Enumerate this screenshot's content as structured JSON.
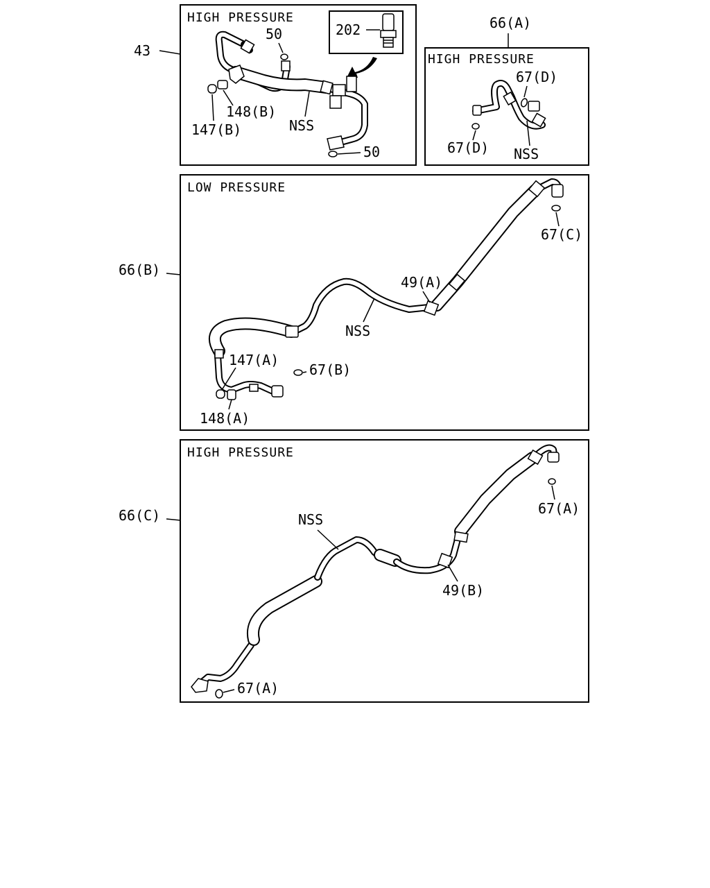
{
  "labels": {
    "item_43": "43",
    "item_66a": "66(A)",
    "item_66b": "66(B)",
    "item_66c": "66(C)"
  },
  "panel_43": {
    "header": "HIGH PRESSURE",
    "callouts": {
      "switch": "202",
      "oring_top": "50",
      "oring_bottom": "50",
      "nut": "148(B)",
      "cap": "147(B)",
      "nss": "NSS"
    }
  },
  "panel_66a": {
    "header": "HIGH PRESSURE",
    "callouts": {
      "oring_top": "67(D)",
      "oring_bottom": "67(D)",
      "nss": "NSS"
    }
  },
  "panel_66b": {
    "header": "LOW PRESSURE",
    "callouts": {
      "oring_end": "67(C)",
      "clamp": "49(A)",
      "nss": "NSS",
      "cap": "147(A)",
      "oring_side": "67(B)",
      "nut": "148(A)"
    }
  },
  "panel_66c": {
    "header": "HIGH PRESSURE",
    "callouts": {
      "nss": "NSS",
      "oring_top": "67(A)",
      "clamp": "49(B)",
      "oring_bottom": "67(A)"
    }
  }
}
